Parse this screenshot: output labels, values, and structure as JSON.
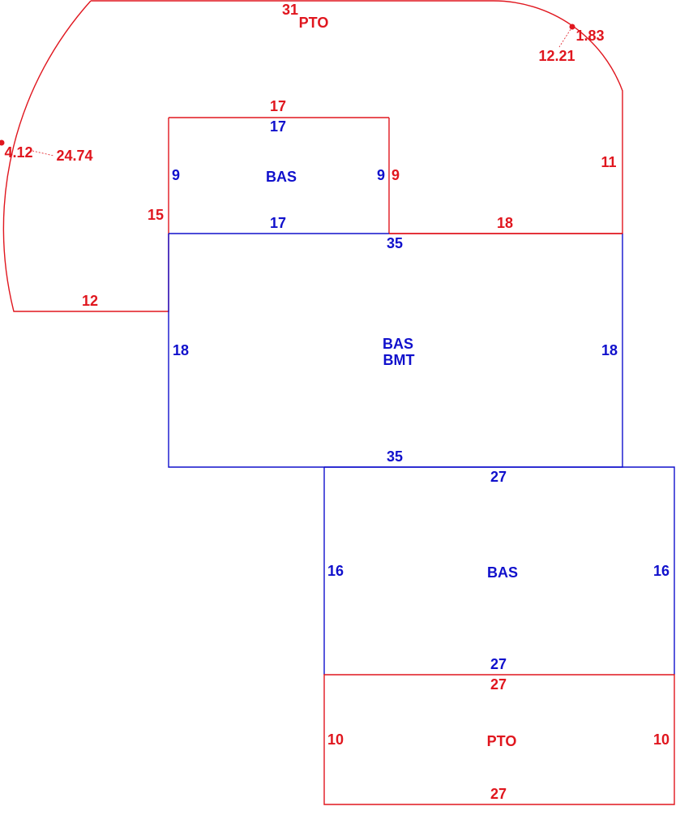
{
  "colors": {
    "pto_line": "#e0161e",
    "bas_line": "#1010cc"
  },
  "pto_top": {
    "name": "PTO",
    "dims": {
      "top": "31",
      "arc_right_a": "1.83",
      "arc_right_b": "12.21",
      "arc_left_a": "4.12",
      "arc_left_b": "24.74",
      "right": "11",
      "bottom_right": "18",
      "bottom_left": "12",
      "left_inner": "15",
      "upper": "17",
      "inner_right": "9"
    }
  },
  "bas_small": {
    "name": "BAS",
    "dims": {
      "top": "17",
      "bottom": "17",
      "left": "9",
      "right": "9"
    }
  },
  "bas_bmt": {
    "name_line1": "BAS",
    "name_line2": "BMT",
    "dims": {
      "top": "35",
      "bottom": "35",
      "left": "18",
      "right": "18"
    }
  },
  "bas_lower": {
    "name": "BAS",
    "dims": {
      "top": "27",
      "bottom": "27",
      "left": "16",
      "right": "16"
    }
  },
  "pto_bottom": {
    "name": "PTO",
    "dims": {
      "top": "27",
      "bottom": "27",
      "left": "10",
      "right": "10"
    }
  }
}
